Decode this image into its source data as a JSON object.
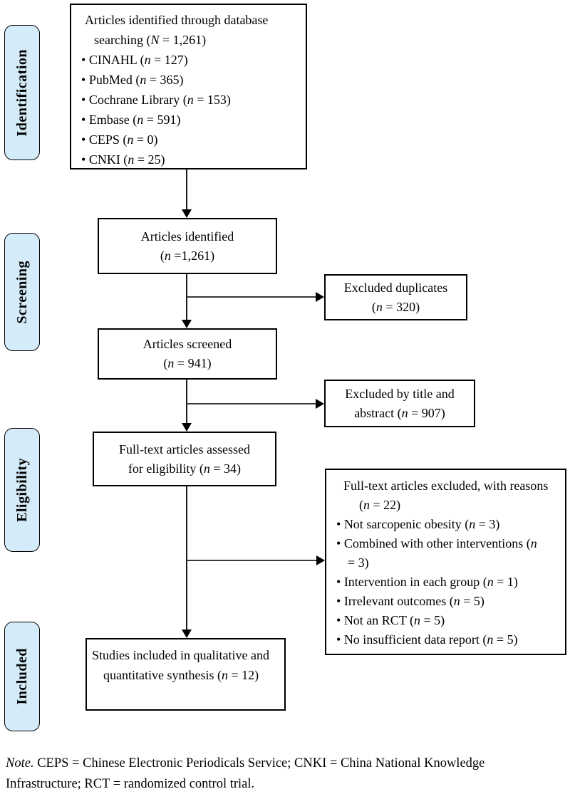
{
  "palette": {
    "stage_label_bg": "#d4ecf9",
    "box_border": "#000000"
  },
  "stages": [
    {
      "label": "Identification"
    },
    {
      "label": "Screening"
    },
    {
      "label": "Eligibility"
    },
    {
      "label": "Included"
    }
  ],
  "boxes": {
    "database_searching": {
      "heading": "Articles identified through database searching (N = 1,261)",
      "bullets": [
        "CINAHL (n = 127)",
        "PubMed (n = 365)",
        "Cochrane Library (n = 153)",
        "Embase (n = 591)",
        "CEPS (n = 0)",
        "CNKI (n = 25)"
      ]
    },
    "articles_identified": {
      "line1": "Articles identified",
      "line2": "(n =1,261)"
    },
    "excluded_duplicates": {
      "line1": "Excluded duplicates",
      "line2": "(n = 320)"
    },
    "articles_screened": {
      "line1": "Articles screened",
      "line2": "(n = 941)"
    },
    "excluded_title_abstract": {
      "line1": "Excluded by title and",
      "line2": "abstract (n = 907)"
    },
    "fulltext_assessed": {
      "line1": "Full-text articles assessed",
      "line2": "for eligibility (n = 34)"
    },
    "fulltext_excluded": {
      "heading": "Full-text articles excluded, with reasons (n = 22)",
      "bullets": [
        "Not sarcopenic obesity (n = 3)",
        "Combined with other interventions (n = 3)",
        "Intervention in each group (n = 1)",
        "Irrelevant outcomes (n = 5)",
        "Not an RCT (n = 5)",
        "No insufficient data report (n = 5)"
      ]
    },
    "studies_included": {
      "text": "Studies included in qualitative and quantitative synthesis (n = 12)"
    }
  },
  "note": {
    "prefix": "Note.",
    "text": " CEPS = Chinese Electronic Periodicals Service; CNKI = China National Knowledge Infrastructure; RCT = randomized control trial."
  }
}
